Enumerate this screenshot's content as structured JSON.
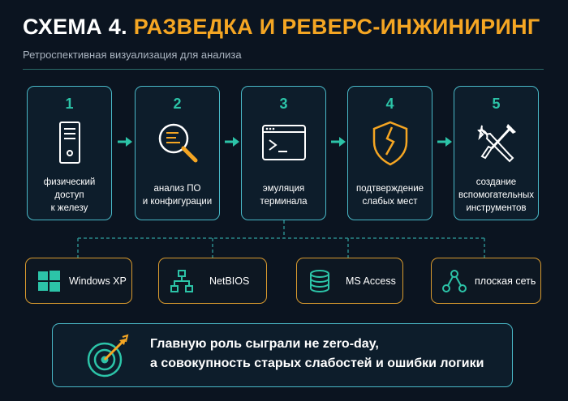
{
  "header": {
    "title_prefix": "СХЕМА 4.",
    "title_main": "РАЗВЕДКА И РЕВЕРС-ИНЖИНИРИНГ",
    "subtitle": "Ретроспективная визуализация для анализа"
  },
  "steps": [
    {
      "num": "1",
      "label_lines": [
        "физический",
        "доступ",
        "к железу"
      ],
      "icon": "server-tower-icon"
    },
    {
      "num": "2",
      "label_lines": [
        "анализ ПО",
        "и конфигурации"
      ],
      "icon": "magnifier-code-icon"
    },
    {
      "num": "3",
      "label_lines": [
        "эмуляция",
        "терминала"
      ],
      "icon": "terminal-icon"
    },
    {
      "num": "4",
      "label_lines": [
        "подтверждение",
        "слабых мест"
      ],
      "icon": "cracked-shield-icon"
    },
    {
      "num": "5",
      "label_lines": [
        "создание",
        "вспомогательных",
        "инструментов"
      ],
      "icon": "wrench-screwdriver-icon"
    }
  ],
  "tags": [
    {
      "label": "Windows XP",
      "icon": "windows-logo-icon"
    },
    {
      "label": "NetBIOS",
      "icon": "network-tree-icon"
    },
    {
      "label": "MS Access",
      "icon": "database-icon"
    },
    {
      "label": "плоская сеть",
      "icon": "flat-network-icon"
    }
  ],
  "conclusion": {
    "line1": "Главную роль сыграли не zero-day,",
    "line2": "а совокупность старых слабостей и ошибки логики",
    "icon": "target-arrow-icon"
  },
  "colors": {
    "background": "#0b1420",
    "accent_orange": "#f5a623",
    "accent_teal": "#2cc4a8",
    "border_blue": "#49b8c7",
    "tag_border": "#d99a2e"
  }
}
